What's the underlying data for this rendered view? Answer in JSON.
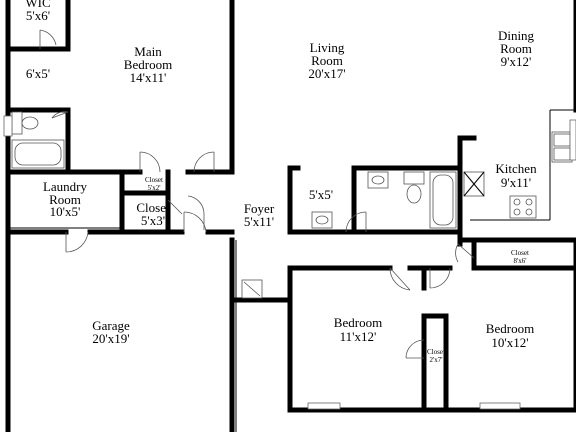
{
  "rooms": {
    "wic": {
      "name": "WIC",
      "dims": "5'x6'"
    },
    "main_bedroom": {
      "name": "Main",
      "name2": "Bedroom",
      "dims": "14'x11'"
    },
    "main_bath": {
      "dims": "6'x5'"
    },
    "living_room": {
      "name": "Living",
      "name2": "Room",
      "dims": "20'x17'"
    },
    "dining_room": {
      "name": "Dining",
      "name2": "Room",
      "dims": "9'x12'"
    },
    "kitchen": {
      "name": "Kitchen",
      "dims": "9'x11'"
    },
    "laundry_room": {
      "name": "Laundry",
      "name2": "Room",
      "dims": "10'x5'"
    },
    "closet_small": {
      "name": "Closet",
      "dims": "5'x2'"
    },
    "closet_hall": {
      "name": "Closet",
      "dims": "5'x3'"
    },
    "foyer": {
      "name": "Foyer",
      "dims": "5'x11'"
    },
    "bath": {
      "dims": "5'x5'"
    },
    "closet_kitchen": {
      "name": "Closet",
      "dims": "8'x6'"
    },
    "garage": {
      "name": "Garage",
      "dims": "20'x19'"
    },
    "bedroom_2": {
      "name": "Bedroom",
      "dims": "11'x12'"
    },
    "bedroom_3": {
      "name": "Bedroom",
      "dims": "10'x12'"
    },
    "closet_bedroom": {
      "name": "Closet",
      "dims": "2'x7'"
    }
  }
}
